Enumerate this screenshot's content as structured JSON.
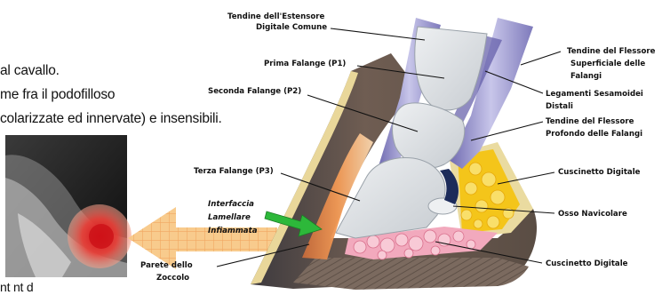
{
  "intro_text": {
    "line1": "al cavallo.",
    "line2": "me fra il podofilloso",
    "line3": "colarizzate ed innervate) e insensibili.",
    "line4": "nt    nt  d"
  },
  "labels": {
    "tendine_estensore_l1": "Tendine dell'Estensore",
    "tendine_estensore_l2": "Digitale Comune",
    "prima_falange": "Prima Falange (P1)",
    "seconda_falange": "Seconda Falange (P2)",
    "terza_falange": "Terza Falange (P3)",
    "interfaccia_l1": "Interfaccia",
    "interfaccia_l2": "Lamellare",
    "interfaccia_l3": "Infiammata",
    "parete_l1": "Parete dello",
    "parete_l2": "Zoccolo",
    "flessore_sup_l1": "Tendine del Flessore",
    "flessore_sup_l2": "Superficiale delle",
    "flessore_sup_l3": "Falangi",
    "sesamoidei_l1": "Legamenti Sesamoidei",
    "sesamoidei_l2": "Distali",
    "flessore_prof_l1": "Tendine del Flessore",
    "flessore_prof_l2": "Profondo delle Falangi",
    "cuscinetto_1": "Cuscinetto Digitale",
    "osso_navicolare": "Osso Navicolare",
    "cuscinetto_2": "Cuscinetto Digitale"
  },
  "colors": {
    "inflammation": "#e8322b",
    "arrow_fill": "#f6c27a",
    "green_arrow": "#2db83a",
    "hoof_wall": "#6d5a4c",
    "bone": "#d9dde0",
    "fat_yellow": "#f5c21c",
    "fat_pink": "#f0a0b4"
  }
}
